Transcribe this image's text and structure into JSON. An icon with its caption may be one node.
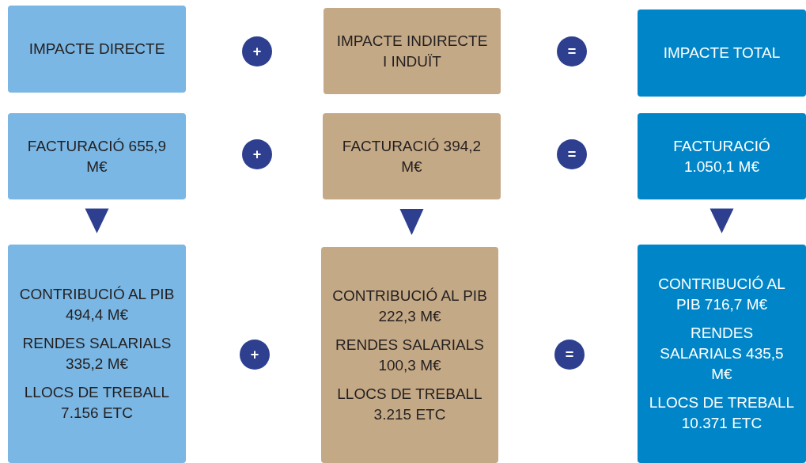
{
  "diagram": {
    "nodes": [
      {
        "text": [
          "IMPACTE DIRECTE"
        ]
      },
      {
        "text": [
          "+"
        ]
      },
      {
        "text": [
          "IMPACTE INDIRECTE I INDUÏT"
        ]
      },
      {
        "text": [
          "="
        ]
      },
      {
        "text": [
          "IMPACTE TOTAL"
        ]
      },
      {
        "text": [
          "FACTURACIÓ 655,9 M€"
        ]
      },
      {
        "text": [
          "+"
        ]
      },
      {
        "text": [
          "FACTURACIÓ 394,2 M€"
        ]
      },
      {
        "text": [
          "="
        ]
      },
      {
        "text": [
          "FACTURACIÓ 1.050,1 M€"
        ]
      },
      {
        "text": [
          "CONTRIBUCIÓ AL PIB 494,4 M€",
          "RENDES SALARIALS 335,2 M€",
          "LLOCS DE TREBALL 7.156 ETC"
        ]
      },
      {
        "text": [
          "+"
        ]
      },
      {
        "text": [
          "CONTRIBUCIÓ AL PIB 222,3 M€",
          "RENDES SALARIALS 100,3 M€",
          "LLOCS DE TREBALL 3.215 ETC"
        ]
      },
      {
        "text": [
          "="
        ]
      },
      {
        "text": [
          "CONTRIBUCIÓ AL PIB 716,7 M€",
          "RENDES SALARIALS 435,5 M€",
          "LLOCS DE TREBALL 10.371 ETC"
        ]
      }
    ],
    "edges": [
      {
        "from": 5,
        "to": 10,
        "arrow": "to"
      },
      {
        "from": 7,
        "to": 12,
        "arrow": "to"
      },
      {
        "from": 9,
        "to": 14,
        "arrow": "to"
      }
    ]
  }
}
